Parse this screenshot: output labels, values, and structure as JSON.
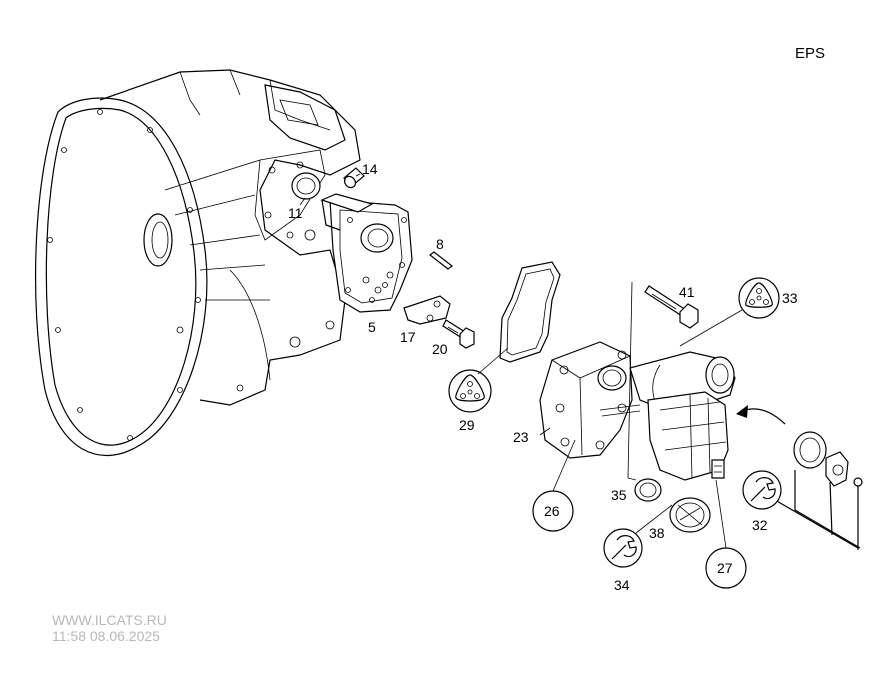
{
  "header": {
    "code": "EPS"
  },
  "watermark": {
    "site": "WWW.ILCATS.RU",
    "timestamp": "11:58 08.06.2025"
  },
  "callouts": [
    {
      "id": "14",
      "label": "14"
    },
    {
      "id": "11",
      "label": "11"
    },
    {
      "id": "8",
      "label": "8"
    },
    {
      "id": "5",
      "label": "5"
    },
    {
      "id": "17",
      "label": "17"
    },
    {
      "id": "20",
      "label": "20"
    },
    {
      "id": "41",
      "label": "41"
    },
    {
      "id": "33",
      "label": "33"
    },
    {
      "id": "29",
      "label": "29"
    },
    {
      "id": "23",
      "label": "23"
    },
    {
      "id": "35",
      "label": "35"
    },
    {
      "id": "26",
      "label": "26"
    },
    {
      "id": "38",
      "label": "38"
    },
    {
      "id": "27",
      "label": "27"
    },
    {
      "id": "32",
      "label": "32"
    },
    {
      "id": "34",
      "label": "34"
    }
  ]
}
